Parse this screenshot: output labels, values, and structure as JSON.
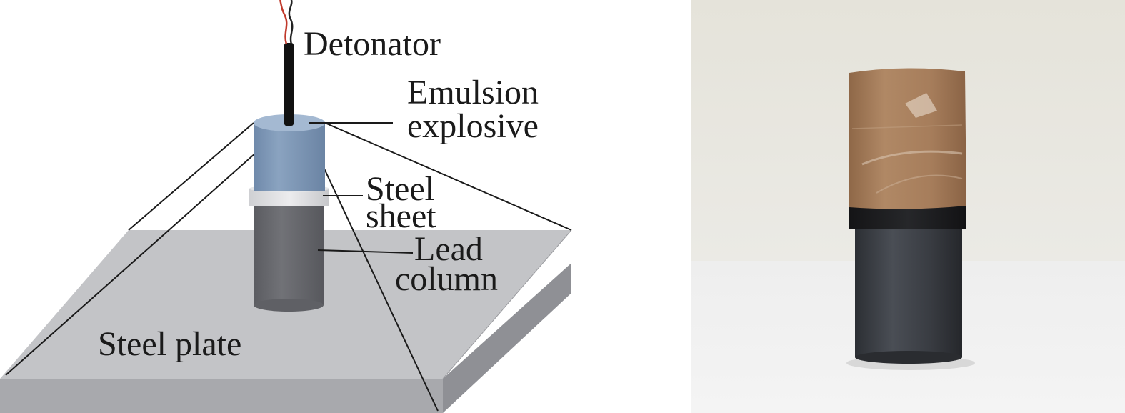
{
  "diagram": {
    "labels": {
      "detonator": "Detonator",
      "emulsion_line1": "Emulsion",
      "emulsion_line2": "explosive",
      "steel_sheet_line1": "Steel",
      "steel_sheet_line2": "sheet",
      "lead_line1": "Lead",
      "lead_line2": "column",
      "steel_plate": "Steel plate"
    },
    "colors": {
      "explosive": "#7f98b6",
      "steel_sheet": "#d9dadc",
      "lead_column": "#6a6b70",
      "steel_plate_top": "#c3c4c7",
      "steel_plate_side": "#a5a6aa",
      "detonator_wire": "#111111",
      "lead_wire_red": "#c0392b"
    }
  },
  "photo": {
    "colors": {
      "background_wall": "#e7e5dd",
      "table_surface": "#f1f1f0",
      "kraft_wrap": "#a67c5a",
      "black_tape": "#1c1c1e",
      "lead_cylinder": "#3a3d42"
    }
  }
}
